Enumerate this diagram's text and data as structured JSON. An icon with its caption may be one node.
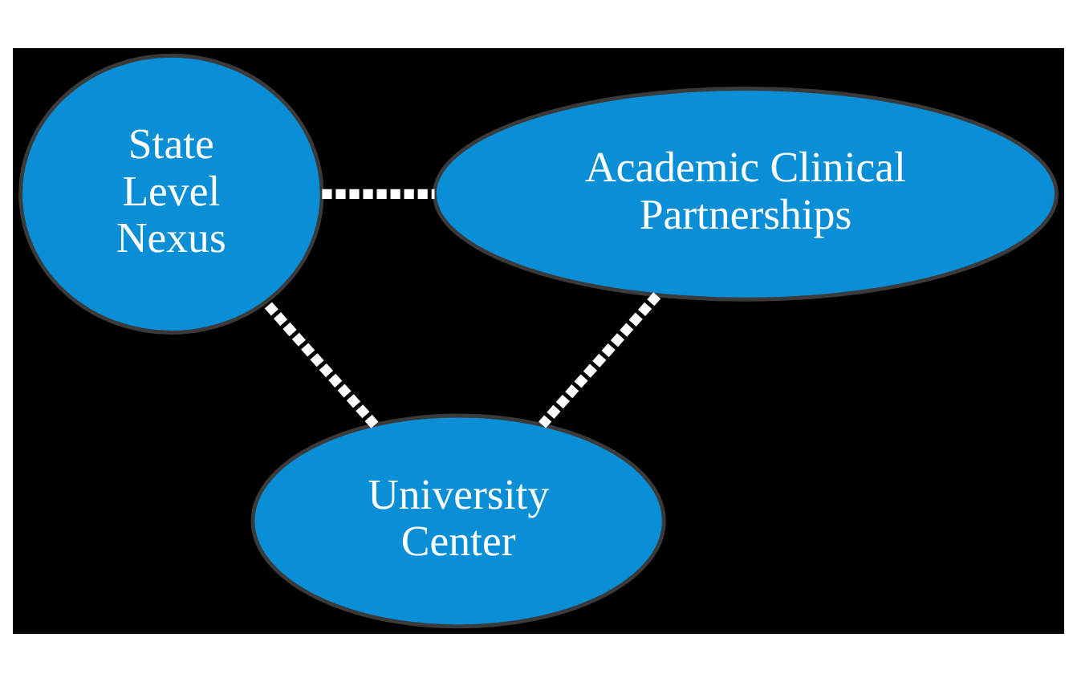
{
  "diagram": {
    "nodes": [
      {
        "text": [
          "State Level Nexus"
        ]
      },
      {
        "text": [
          "Academic Clinical Partnerships"
        ]
      },
      {
        "text": [
          "University Center"
        ]
      }
    ],
    "edges": [
      {
        "from": 0,
        "to": 1,
        "arrow": "none",
        "style": "dashed"
      },
      {
        "from": 1,
        "to": 2,
        "arrow": "none",
        "style": "dashed"
      },
      {
        "from": 2,
        "to": 0,
        "arrow": "none",
        "style": "dashed"
      }
    ]
  }
}
